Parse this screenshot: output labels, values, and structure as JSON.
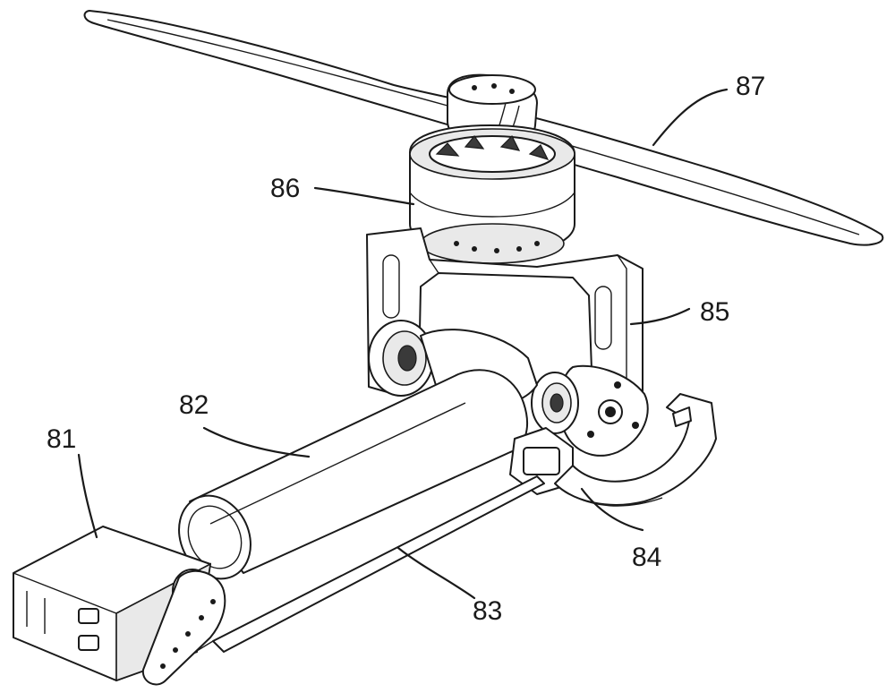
{
  "labels": {
    "l81": "81",
    "l82": "82",
    "l83": "83",
    "l84": "84",
    "l85": "85",
    "l86": "86",
    "l87": "87"
  },
  "colors": {
    "ink": "#1a1a1a",
    "background": "#ffffff"
  }
}
